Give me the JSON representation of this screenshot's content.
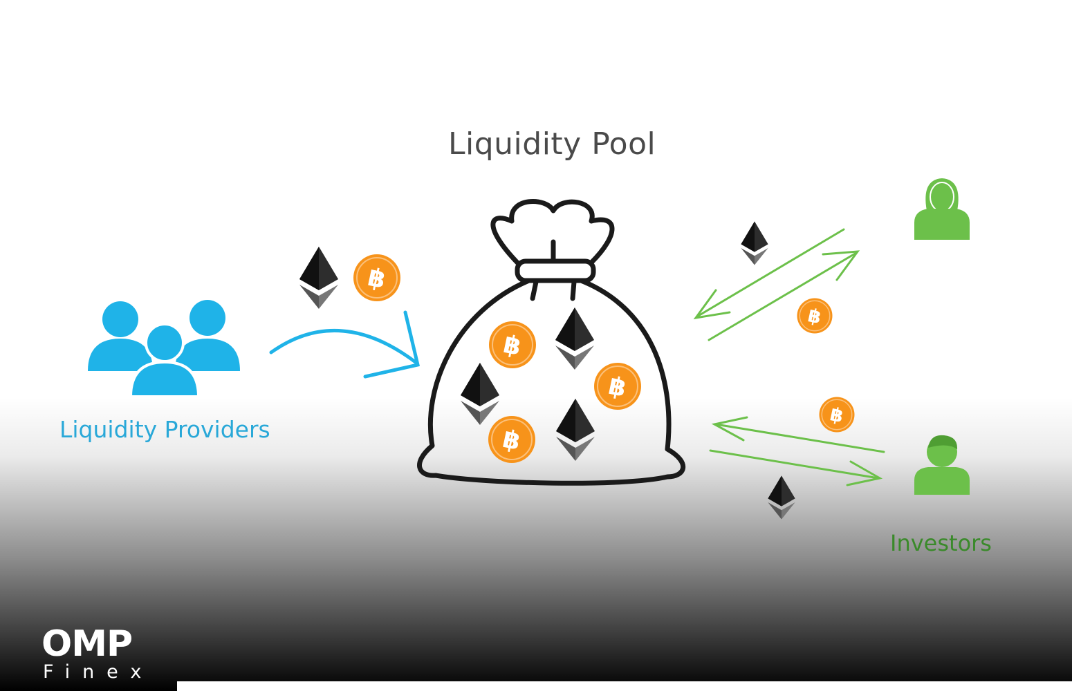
{
  "title": "Liquidity Pool",
  "providers_label": "Liquidity Providers",
  "investors_label": "Investors",
  "logo": {
    "main": "OMP",
    "sub": "Finex"
  },
  "colors": {
    "providers": "#1fb3e8",
    "investors": "#6cc04a",
    "bitcoin": "#f7931a",
    "ethereum": "#2e2e2e",
    "bag_outline": "#1a1a1a"
  },
  "icons": [
    "users-group-icon",
    "money-bag-icon",
    "ethereum-icon",
    "bitcoin-icon",
    "woman-user-icon",
    "man-user-icon",
    "arrow-icon"
  ]
}
